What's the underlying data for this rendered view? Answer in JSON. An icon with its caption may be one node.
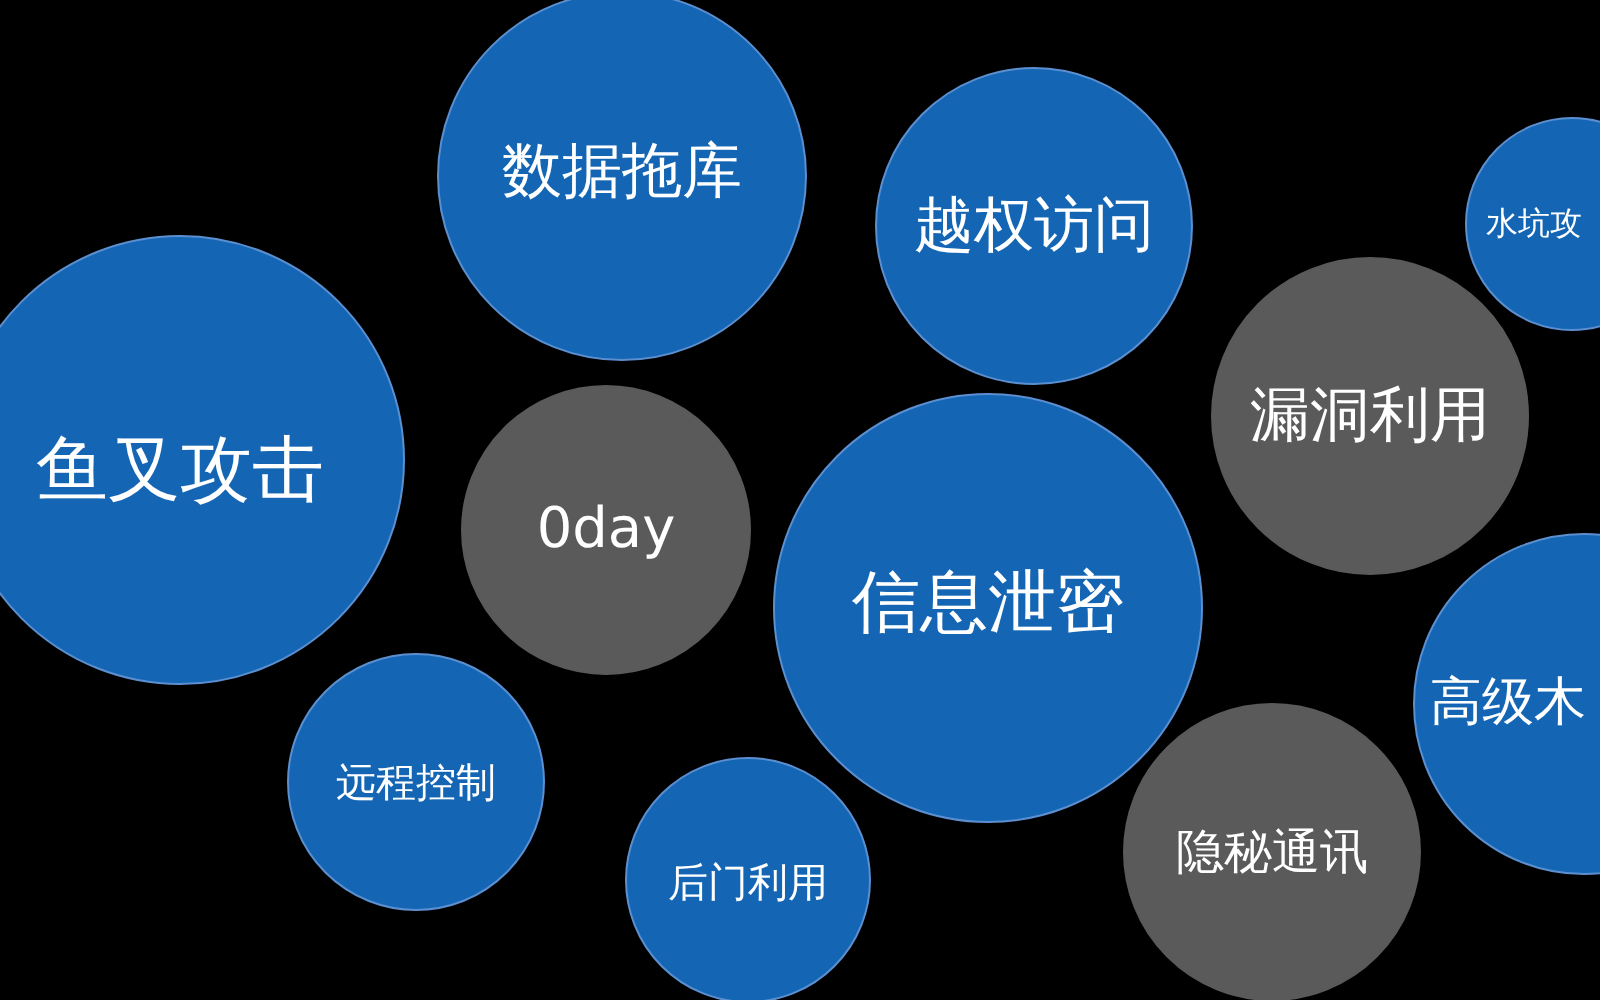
{
  "diagram": {
    "nodes": [
      {
        "text": [
          "数据拖库"
        ]
      },
      {
        "text": [
          "越权访问"
        ]
      },
      {
        "text": [
          "水坑攻"
        ]
      },
      {
        "text": [
          "鱼叉攻击"
        ]
      },
      {
        "text": [
          "0day"
        ]
      },
      {
        "text": [
          "漏洞利用"
        ]
      },
      {
        "text": [
          "信息泄密"
        ]
      },
      {
        "text": [
          "高级木"
        ]
      },
      {
        "text": [
          "远程控制"
        ]
      },
      {
        "text": [
          "后门利用"
        ]
      },
      {
        "text": [
          "隐秘通讯"
        ]
      }
    ]
  }
}
